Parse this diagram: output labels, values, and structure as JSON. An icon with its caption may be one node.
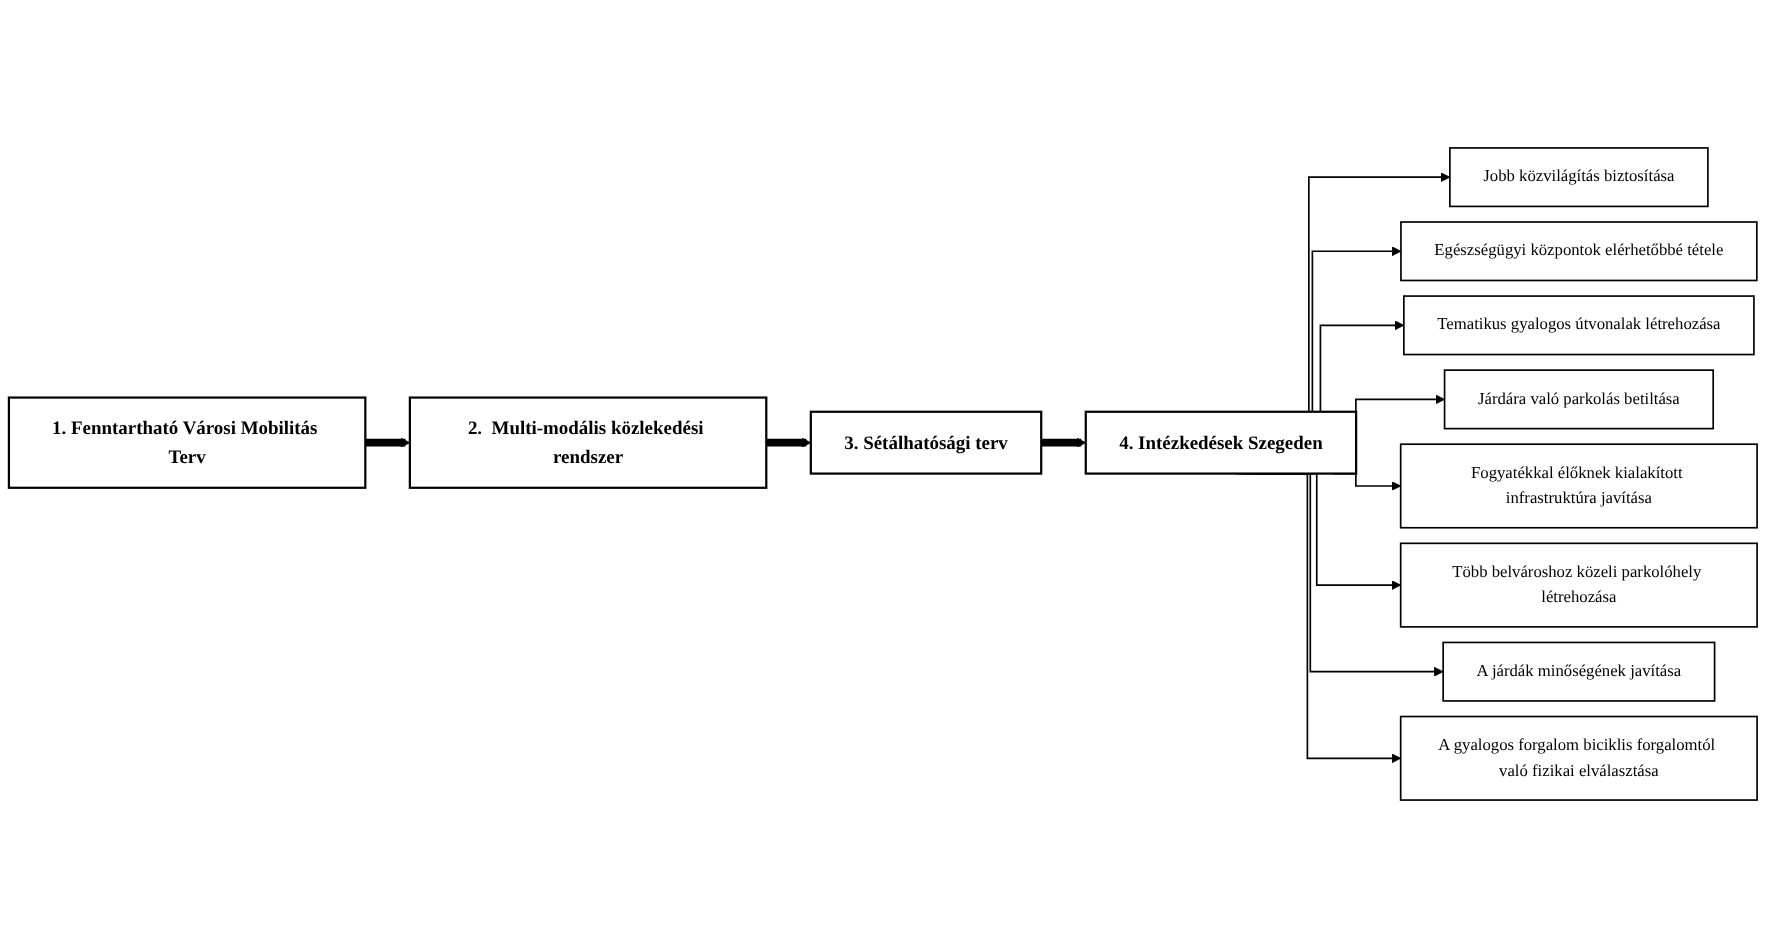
{
  "diagram": {
    "nodes": [
      {
        "text": [
          "1. Fenntartható Városi Mobilitás Terv"
        ]
      },
      {
        "text": [
          "2.  Multi-modális közlekedési rendszer"
        ]
      },
      {
        "text": [
          "3. Sétálhatósági terv"
        ]
      },
      {
        "text": [
          "4. Intézkedések Szegeden"
        ]
      },
      {
        "text": [
          "Jobb közvilágítás biztosítása"
        ]
      },
      {
        "text": [
          "Egészségügyi központok elérhetőbbé tétele"
        ]
      },
      {
        "text": [
          "Tematikus gyalogos útvonalak létrehozása"
        ]
      },
      {
        "text": [
          "Járdára való parkolás betiltása"
        ]
      },
      {
        "text": [
          "Fogyatékkal élőknek kialakított infrastruktúra javítása"
        ]
      },
      {
        "text": [
          "Több belvároshoz közeli parkolóhely létrehozása"
        ]
      },
      {
        "text": [
          "A járdák minőségének javítása"
        ]
      },
      {
        "text": [
          "A gyalogos forgalom biciklis forgalomtól való fizikai elválasztása"
        ]
      }
    ],
    "edges": [
      {
        "from": 0,
        "to": 1,
        "arrow": "to",
        "style": "thick"
      },
      {
        "from": 1,
        "to": 2,
        "arrow": "to",
        "style": "thick"
      },
      {
        "from": 2,
        "to": 3,
        "arrow": "to",
        "style": "thick"
      },
      {
        "from": 3,
        "to": 4,
        "arrow": "to"
      },
      {
        "from": 3,
        "to": 5,
        "arrow": "to"
      },
      {
        "from": 3,
        "to": 6,
        "arrow": "to"
      },
      {
        "from": 3,
        "to": 7,
        "arrow": "to"
      },
      {
        "from": 3,
        "to": 8,
        "arrow": "to"
      },
      {
        "from": 3,
        "to": 9,
        "arrow": "to"
      },
      {
        "from": 3,
        "to": 10,
        "arrow": "to"
      },
      {
        "from": 3,
        "to": 11,
        "arrow": "to"
      }
    ]
  }
}
